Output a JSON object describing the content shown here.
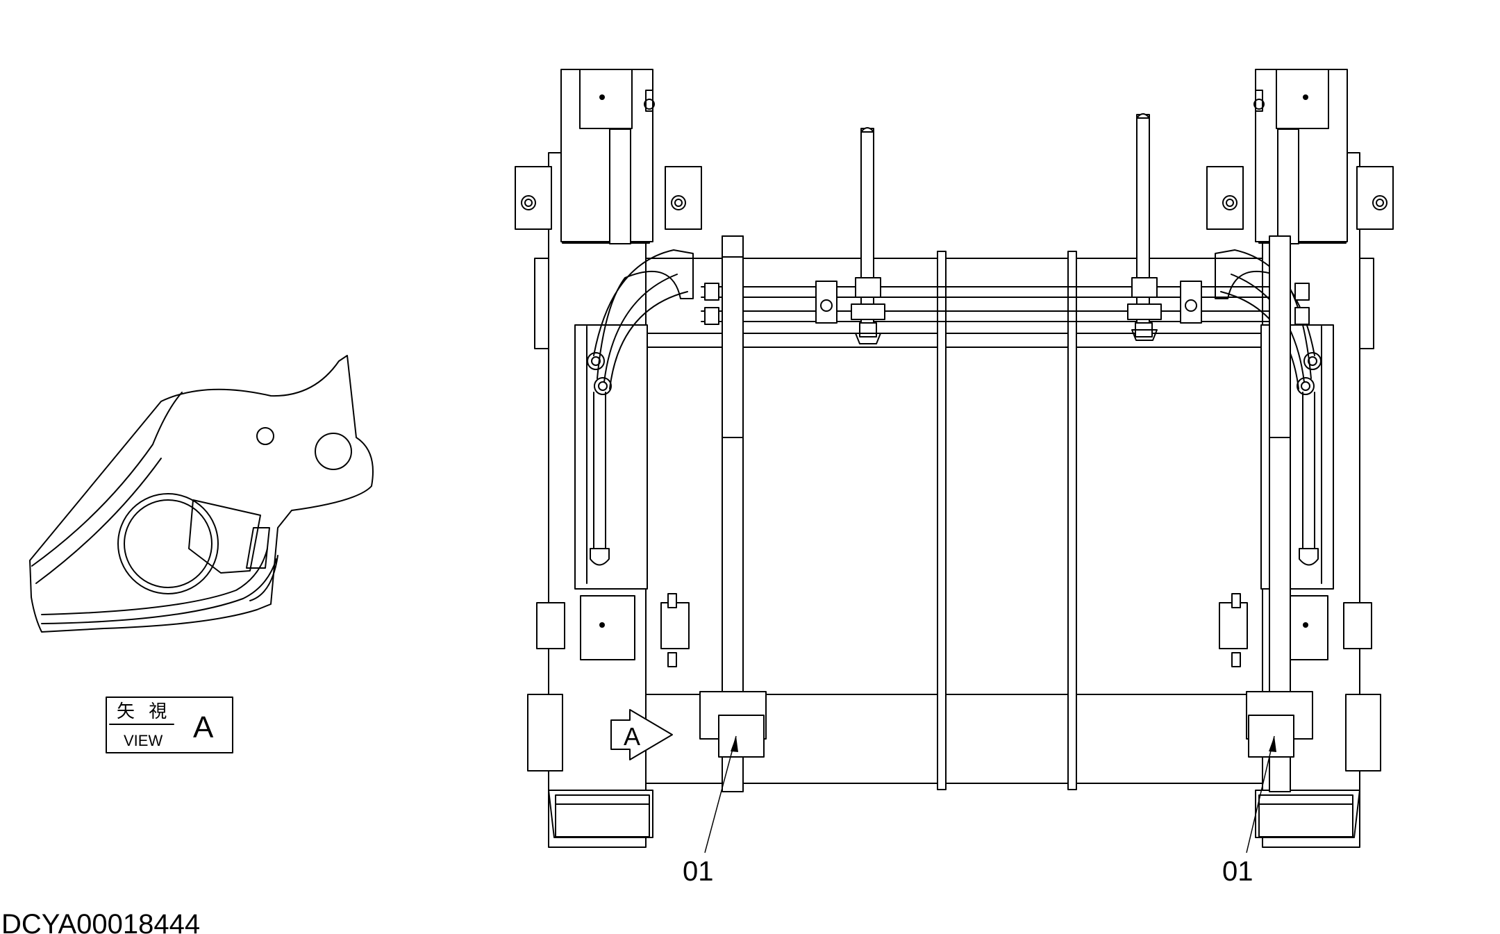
{
  "drawing_id": "DCYA00018444",
  "view_label": {
    "kanji": "矢 視",
    "english": "VIEW",
    "letter": "A"
  },
  "arrow_letter": "A",
  "callouts": [
    {
      "label": "01"
    },
    {
      "label": "01"
    }
  ]
}
